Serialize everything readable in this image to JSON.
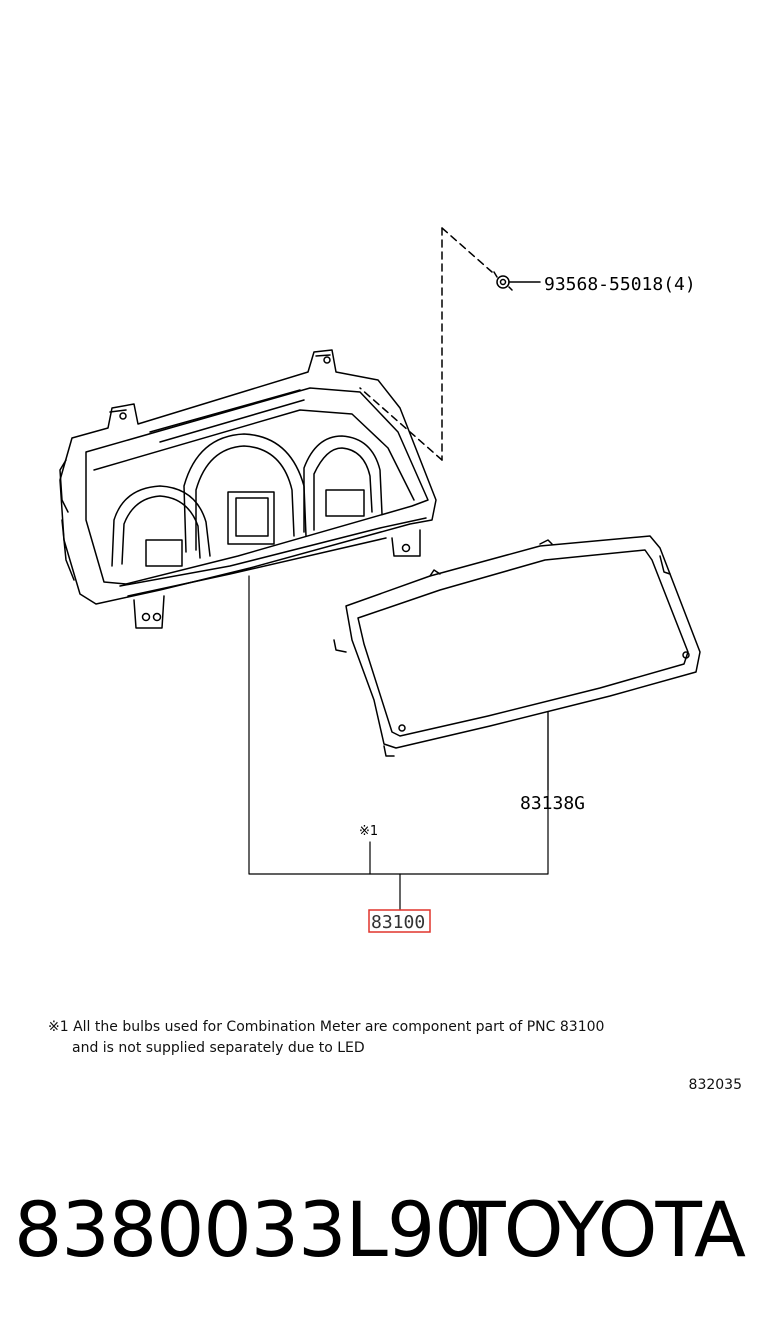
{
  "callouts": {
    "bolt": "93568-55018(4)",
    "glass": "83138G",
    "footnote_mark": "※1",
    "assembly": "83100"
  },
  "note": {
    "line1": "※1 All the bulbs used for Combination Meter are component part of PNC 83100",
    "line2": "and is not supplied separately due to LED"
  },
  "figure_id": "832035",
  "footer": {
    "part_number": "8380033L90",
    "brand": "TOYOTA"
  },
  "colors": {
    "highlight_box": "#e0342c"
  }
}
